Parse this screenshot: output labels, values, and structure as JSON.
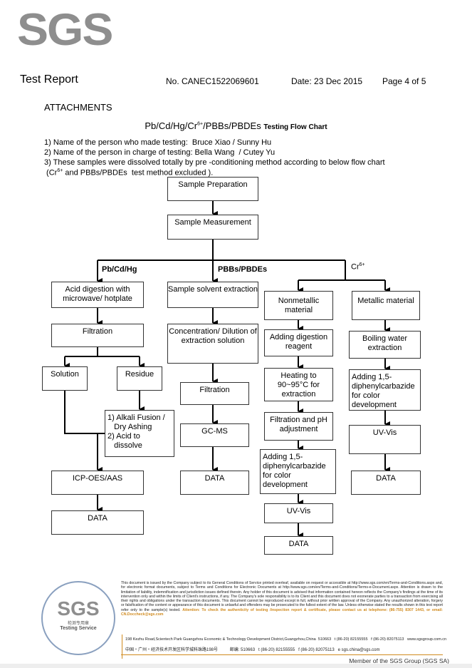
{
  "logo_text": "SGS",
  "header": {
    "title": "Test Report",
    "report_no": "No. CANEC1522069601",
    "date": "Date: 23 Dec 2015",
    "page": "Page 4 of 5"
  },
  "section": "ATTACHMENTS",
  "chart_title": {
    "main_pre": "Pb/Cd/Hg/Cr",
    "sup": "6+",
    "main_post": "/PBBs/PBDEs",
    "suffix": "Testing Flow Chart"
  },
  "notes": [
    "1) Name of the person who made testing:  Bruce Xiao / Sunny Hu",
    "2) Name of the person in charge of testing: Bella Wang  / Cutey Yu",
    "3) These samples were dissolved totally by pre -conditioning method according to below flow chart"
  ],
  "note4": {
    "pre": " (Cr",
    "sup": "6+",
    "post": " and PBBs/PBDEs  test method excluded )."
  },
  "flow": {
    "sample_preparation": "Sample Preparation",
    "sample_measurement": "Sample Measurement",
    "branch_pb": "Pb/Cd/Hg",
    "branch_pbb": "PBBs/PBDEs",
    "branch_cr": "Cr",
    "branch_cr_sup": "6+",
    "pb": {
      "acid": "Acid digestion with microwave/ hotplate",
      "filtration": "Filtration",
      "solution": "Solution",
      "residue": "Residue",
      "alkali_1": "1) Alkali Fusion /",
      "alkali_2": "   Dry Ashing",
      "alkali_3": "2) Acid to",
      "alkali_4": "   dissolve",
      "icp": "ICP-OES/AAS",
      "data": "DATA"
    },
    "pbb": {
      "extraction": "Sample solvent extraction",
      "concentration": "Concentration/ Dilution of extraction solution",
      "filtration": "Filtration",
      "gcms": "GC-MS",
      "data": "DATA"
    },
    "cr_nonmetal": {
      "material": "Nonmetallic material",
      "digestion": "Adding digestion reagent",
      "heating": "Heating to 90~95°C for extraction",
      "filtration": "Filtration and pH adjustment",
      "adding": "Adding 1,5-diphenylcarbazide for color development",
      "uvvis": "UV-Vis",
      "data": "DATA"
    },
    "cr_metal": {
      "material": "Metallic material",
      "boiling": "Boiling water extraction",
      "adding": "Adding 1,5-diphenylcarbazide for color development",
      "uvvis": "UV-Vis",
      "data": "DATA"
    }
  },
  "footer": {
    "seal_text": "SGS",
    "seal_sub1": "检测专用章",
    "seal_sub2": "Testing Service",
    "disclaimer": "This document is issued by the Company subject to its General Conditions of Service printed overleaf, available on request or accessible at http://www.sgs.com/en/Terms-and-Conditions.aspx and, for electronic format documents, subject to Terms and Conditions for Electronic Documents at http://www.sgs.com/en/Terms-and-Conditions/Terms-e-Document.aspx. Attention is drawn to the limitation of liability, indemnification and jurisdiction issues defined therein. Any holder of this document is advised that information contained hereon reflects the Company's findings at the time of its intervention only and within the limits of Client's instructions, if any. The Company's sole responsibility is to its Client and this document does not exonerate parties to a transaction from exercising all their rights and obligations under the transaction documents. This document cannot be reproduced except in full, without prior written approval of the Company. Any unauthorized alteration, forgery or falsification of the content or appearance of this document is unlawful and offenders may be prosecuted to the fullest extent of the law. Unless otherwise stated the results shown in this test report refer only to the sample(s) tested.",
    "attention": "Attention: To check the authenticity of testing /inspection report & certificate, please contact us at telephone: (86-755) 8307 1443, or email: CN.Doccheck@sgs.com",
    "address_en": "198 Kezhu Road,Scientech Park Guangzhou Economic & Technology Development District,Guangzhou,China  510663   t (86-20) 82155555   f (86-20) 82075113   www.sgsgroup.com.cn",
    "address_cn": "中国・广州・经济技术开发区科学城科珠路198号          邮编: 510663   t (86-20) 82155555   f (86-20) 82075113   e sgs.china@sgs.com",
    "member": "Member of the SGS Group (SGS SA)"
  }
}
